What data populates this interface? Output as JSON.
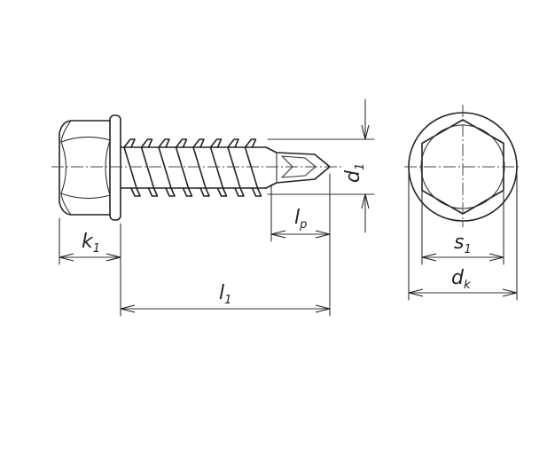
{
  "labels": {
    "k1": {
      "main": "k",
      "sub": "1"
    },
    "l1": {
      "main": "l",
      "sub": "1"
    },
    "lp": {
      "main": "l",
      "sub": "p"
    },
    "d1": {
      "main": "d",
      "sub": "1"
    },
    "s1": {
      "main": "s",
      "sub": "1"
    },
    "dk": {
      "main": "d",
      "sub": "k"
    }
  },
  "colors": {
    "line": "#222222",
    "background": "#ffffff"
  }
}
